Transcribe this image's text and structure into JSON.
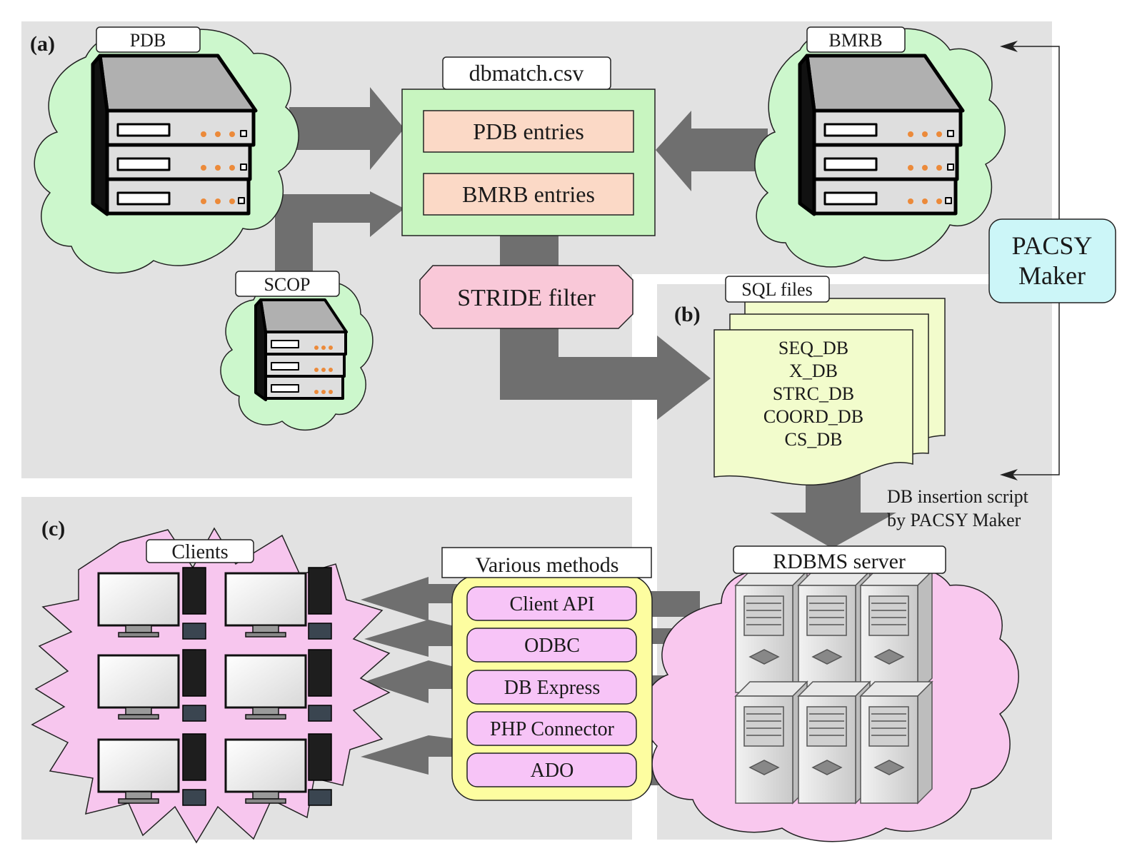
{
  "panels": {
    "a": "(a)",
    "b": "(b)",
    "c": "(c)"
  },
  "databases": {
    "pdb": "PDB",
    "bmrb": "BMRB",
    "scop": "SCOP"
  },
  "dbmatch": {
    "title": "dbmatch.csv",
    "entries": [
      "PDB entries",
      "BMRB entries"
    ]
  },
  "stride_filter": "STRIDE filter",
  "pacsy_maker": [
    "PACSY",
    "Maker"
  ],
  "sql_files": {
    "title": "SQL files",
    "items": [
      "SEQ_DB",
      "X_DB",
      "STRC_DB",
      "COORD_DB",
      "CS_DB"
    ]
  },
  "insertion_note": [
    "DB insertion script",
    "by PACSY Maker"
  ],
  "rdbms": "RDBMS server",
  "clients": "Clients",
  "methods": {
    "title": "Various methods",
    "items": [
      "Client API",
      "ODBC",
      "DB Express",
      "PHP Connector",
      "ADO"
    ]
  },
  "colors": {
    "panel_bg": "#e2e2e2",
    "arrow": "#707070",
    "cloud_green": "#ccf7cc",
    "dbmatch_green": "#c8f5c0",
    "entry_peach": "#fbd9c6",
    "stride_pink": "#f9c8d8",
    "pacsy_cyan": "#ccf6f8",
    "sql_yellow": "#f2fccc",
    "cloud_pink": "#f7c6ee",
    "methods_yellow": "#fdfda0",
    "method_magenta": "#f7c4f7"
  }
}
